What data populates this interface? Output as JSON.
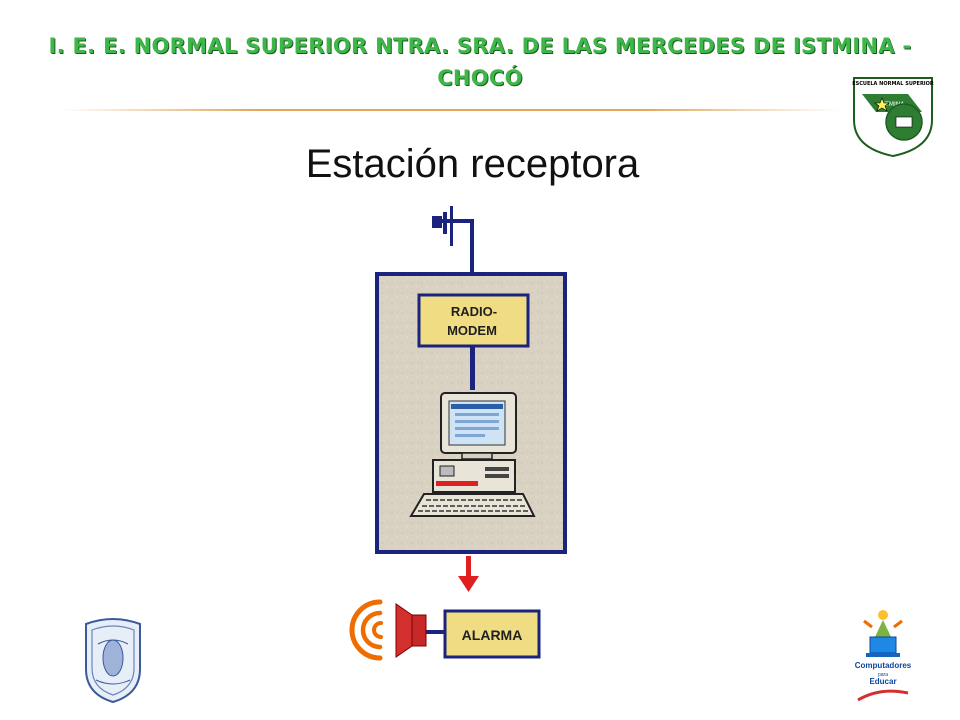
{
  "header": {
    "institution_line1": "I. E. E. NORMAL SUPERIOR NTRA. SRA. DE LAS MERCEDES DE ISTMINA -",
    "institution_line2": "CHOCÓ",
    "title_color": "#3fb649",
    "rule_color": "#e3a85c"
  },
  "slide": {
    "title": "Estación receptora"
  },
  "diagram": {
    "radio_modem_line1": "RADIO-",
    "radio_modem_line2": "MODEM",
    "alarm_label": "ALARMA",
    "enclosure_color": "#1a237e",
    "label_box_fill": "#f0dc82",
    "arrow_color": "#e02020",
    "speaker_color": "#c62828",
    "sound_wave_color": "#ef6c00"
  },
  "logos": {
    "school_emblem_text_top": "ESCUELA NORMAL SUPERIOR",
    "school_emblem_text_band": "ISTMINA",
    "program_logo_line1": "Computadores",
    "program_logo_line2": "para",
    "program_logo_line3": "Educar"
  }
}
